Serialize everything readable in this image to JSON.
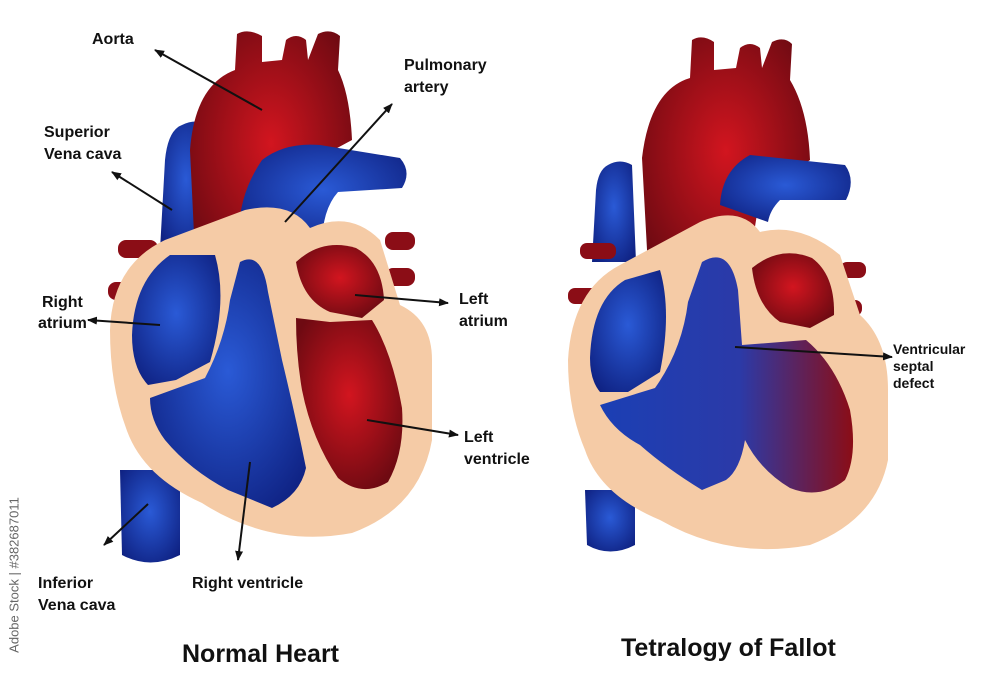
{
  "colors": {
    "oxygenated": "#8b0d16",
    "oxygenated_bright": "#d2151f",
    "deoxygenated": "#132a9c",
    "deoxygenated_bright": "#2a5ad6",
    "myocardium": "#f5cba6",
    "text": "#111111"
  },
  "normal_heart": {
    "title": "Normal Heart",
    "labels": {
      "aorta": "Aorta",
      "pulmonary_artery_1": "Pulmonary",
      "pulmonary_artery_2": "artery",
      "superior_vena_cava_1": "Superior",
      "superior_vena_cava_2": "Vena cava",
      "right_atrium_1": "Right",
      "right_atrium_2": "atrium",
      "left_atrium_1": "Left",
      "left_atrium_2": "atrium",
      "left_ventricle_1": "Left",
      "left_ventricle_2": "ventricle",
      "inferior_vena_cava_1": "Inferior",
      "inferior_vena_cava_2": "Vena cava",
      "right_ventricle": "Right ventricle"
    }
  },
  "fallot_heart": {
    "title": "Tetralogy of Fallot",
    "labels": {
      "vsd_1": "Ventricular",
      "vsd_2": "septal",
      "vsd_3": "defect"
    }
  },
  "watermark": {
    "text": "Adobe Stock | #382687011"
  }
}
